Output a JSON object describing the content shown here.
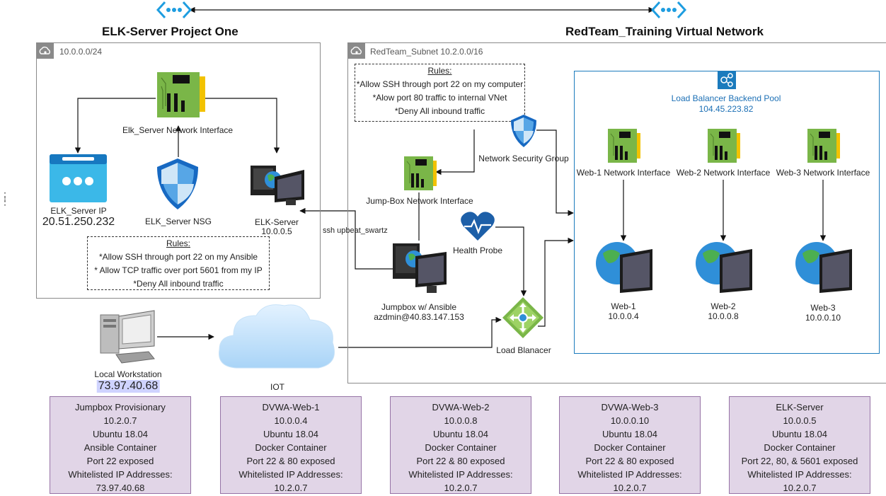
{
  "titles": {
    "elk_project": "ELK-Server Project One",
    "redteam_network": "RedTeam_Training Virtual Network"
  },
  "elk_group": {
    "cidr": "10.0.0.0/24",
    "nic_label": "Elk_Server Network Interface",
    "ip_label": "ELK_Server IP",
    "ip_value": "20.51.250.232",
    "nsg_label": "ELK_Server NSG",
    "server_label": "ELK-Server",
    "server_ip": "10.0.0.5",
    "rules": {
      "heading": "Rules:",
      "lines": [
        "*Allow SSH through port 22 on my Ansible",
        "* Allow TCP traffic over port 5601 from my IP",
        "*Deny All inbound traffic"
      ]
    }
  },
  "redteam_group": {
    "subnet": "RedTeam_Subnet 10.2.0.0/16",
    "rules": {
      "heading": "Rules:",
      "lines": [
        "*Allow SSH through port 22 on my computer",
        "*Alow port 80 traffic to internal VNet",
        "*Deny All inbound traffic"
      ]
    },
    "nsg_label": "Network Security Group",
    "jump_nic_label": "Jump-Box Network Interface",
    "health_probe_label": "Health Probe",
    "jumpbox_label": "Jumpbox w/ Ansible",
    "jumpbox_user": "azdmin@40.83.147.153",
    "ssh_label": "ssh upbeat_swartz",
    "lb_label": "Load Blanacer"
  },
  "backend_pool": {
    "title": "Load Balancer Backend Pool",
    "ip": "104.45.223.82",
    "nics": [
      "Web-1 Network Interface",
      "Web-2 Network Interface",
      "Web-3 Network Interface"
    ],
    "servers": [
      {
        "name": "Web-1",
        "ip": "10.0.0.4"
      },
      {
        "name": "Web-2",
        "ip": "10.0.0.8"
      },
      {
        "name": "Web-3",
        "ip": "10.0.0.10"
      }
    ]
  },
  "workstation": {
    "label": "Local Workstation",
    "ip": "73.97.40.68"
  },
  "cloud_label": "IOT",
  "cards": [
    {
      "lines": [
        "Jumpbox Provisionary",
        "10.2.0.7",
        "Ubuntu 18.04",
        "Ansible Container",
        "Port 22 exposed",
        "Whitelisted IP Addresses:",
        "73.97.40.68"
      ]
    },
    {
      "lines": [
        "DVWA-Web-1",
        "10.0.0.4",
        "Ubuntu 18.04",
        "Docker Container",
        "Port 22 & 80 exposed",
        "Whitelisted IP Addresses:",
        "10.2.0.7"
      ]
    },
    {
      "lines": [
        "DVWA-Web-2",
        "10.0.0.8",
        "Ubuntu 18.04",
        "Docker Container",
        "Port 22 & 80 exposed",
        "Whitelisted IP Addresses:",
        "10.2.0.7"
      ]
    },
    {
      "lines": [
        "DVWA-Web-3",
        "10.0.0.10",
        "Ubuntu 18.04",
        "Docker Container",
        "Port 22 & 80 exposed",
        "Whitelisted IP Addresses:",
        "10.2.0.7"
      ]
    },
    {
      "lines": [
        "ELK-Server",
        "10.0.0.5",
        "Ubuntu 18.04",
        "Docker Container",
        "Port 22, 80, & 5601 exposed",
        "Whitelisted IP Addresses:",
        "10.2.0.7"
      ]
    }
  ],
  "colors": {
    "pool_border": "#1b7bbd",
    "pool_text": "#1b6fb5",
    "card_fill": "#e1d5e7",
    "card_border": "#9673a6",
    "nic_green": "#7ab648",
    "workstation_ip_highlight": "#cfd3ff"
  }
}
